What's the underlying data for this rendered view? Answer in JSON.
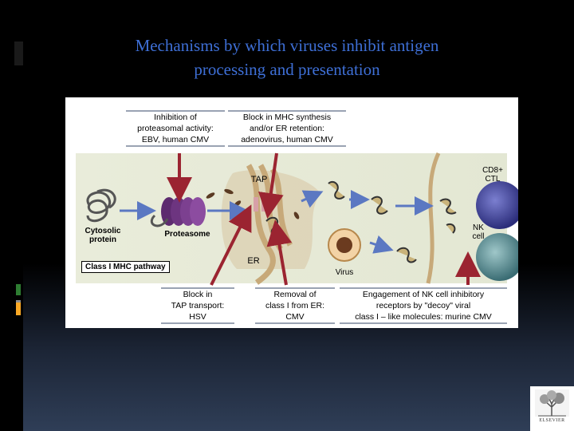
{
  "slide": {
    "title_line1": "Mechanisms by which viruses inhibit antigen",
    "title_line2": "processing and presentation",
    "accent_colors": [
      "#2e7d32",
      "#9e9e9e",
      "#f9a825"
    ]
  },
  "figure": {
    "pathway_label": "Class I MHC pathway",
    "labels": {
      "cytosolic_1": "Cytosolic",
      "cytosolic_2": "protein",
      "proteasome": "Proteasome",
      "tap": "TAP",
      "er": "ER",
      "virus": "Virus",
      "cd8_1": "CD8+",
      "cd8_2": "CTL",
      "nk_1": "NK",
      "nk_2": "cell"
    },
    "top_boxes": [
      {
        "l1": "Inhibition of",
        "l2": "proteasomal activity:",
        "l3": "EBV, human CMV"
      },
      {
        "l1": "Block in MHC synthesis",
        "l2": "and/or ER retention:",
        "l3": "adenovirus, human CMV"
      }
    ],
    "bottom_boxes": [
      {
        "l1": "Block in",
        "l2": "TAP transport:",
        "l3": "HSV"
      },
      {
        "l1": "Removal of",
        "l2": "class I from ER:",
        "l3": "CMV"
      },
      {
        "l1": "Engagement of NK cell inhibitory",
        "l2": "receptors by \"decoy\" viral",
        "l3": "class I – like molecules: murine CMV"
      }
    ]
  },
  "logo": {
    "text": "ELSEVIER"
  }
}
